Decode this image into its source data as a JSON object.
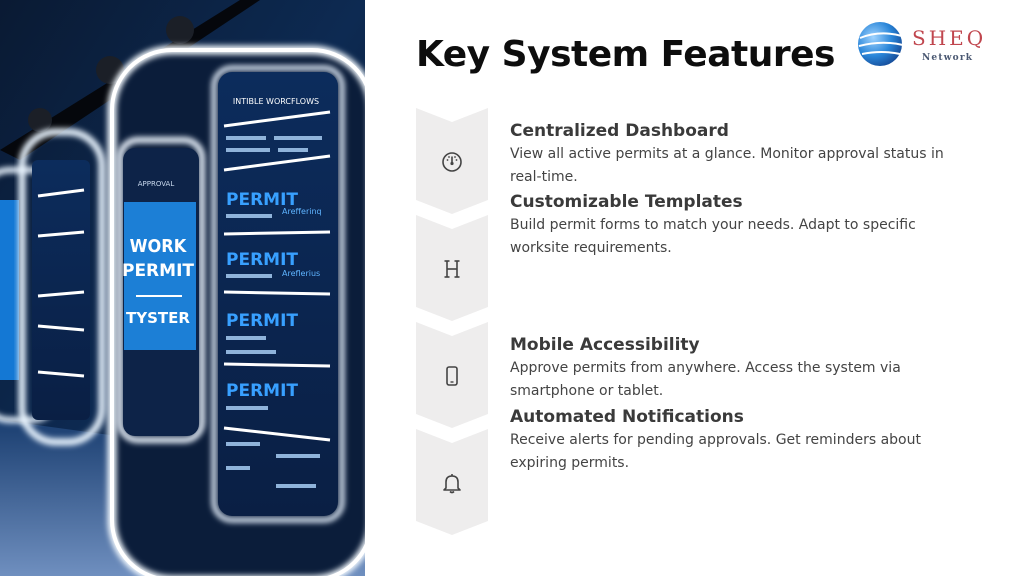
{
  "slide": {
    "title": "Key System Features",
    "logo": {
      "name": "SHEQ",
      "sub": "Network"
    },
    "features": [
      {
        "icon": "dashboard-gauge-icon",
        "title": "Centralized Dashboard",
        "description": "View all active permits at a glance. Monitor approval status in real-time."
      },
      {
        "icon": "heading-h-icon",
        "title": "Customizable Templates",
        "description": "Build permit forms to match your needs. Adapt to specific worksite requirements."
      },
      {
        "icon": "smartphone-icon",
        "title": "Mobile Accessibility",
        "description": "Approve permits from anywhere. Access the system via smartphone or tablet."
      },
      {
        "icon": "bell-icon",
        "title": "Automated Notifications",
        "description": "Receive alerts for pending approvals. Get reminders about expiring permits."
      }
    ]
  },
  "photo": {
    "screen_texts": [
      "WORK",
      "PERMIT",
      "TYSTER",
      "APPROVAL",
      "INTIBLE WORCFLOWS",
      "PERMIT",
      "PERMIT",
      "PERMIT",
      "PERMIT",
      "Arefferinq",
      "Areflerius"
    ]
  },
  "colors": {
    "accent_blue": "#1c7fd6",
    "step_gray": "#eeeded",
    "logo_red": "#c0464e"
  }
}
